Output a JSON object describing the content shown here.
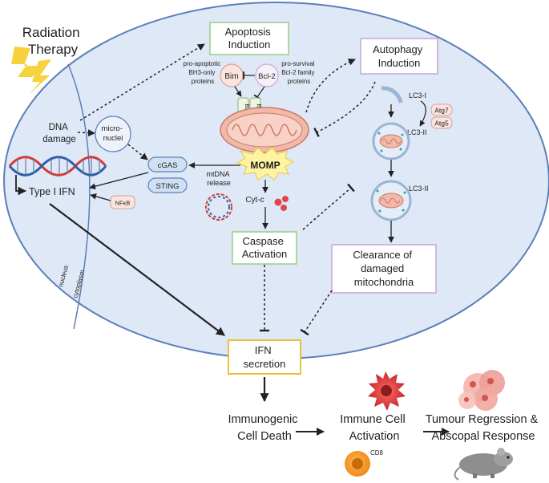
{
  "title_lines": [
    "Radiation",
    "Therapy"
  ],
  "dna_damage_lines": [
    "DNA",
    "damage"
  ],
  "micronuclei_lines": [
    "micro-",
    "nuclei"
  ],
  "cgas": "cGAS",
  "sting": "STING",
  "nfkb": "NFκB",
  "type1_ifn": "Type I IFN",
  "nucleus_label": "nucleus",
  "cytoplasm_label": "cytoplasm",
  "apoptosis_lines": [
    "Apoptosis",
    "Induction"
  ],
  "pro_apoptotic_lines": [
    "pro-apoptotic",
    "BH3-only",
    "proteins"
  ],
  "pro_survival_lines": [
    "pro-survival",
    "Bcl-2 family",
    "proteins"
  ],
  "bim": "Bim",
  "bcl2": "Bcl-2",
  "bak": "BAK",
  "bax": "BAX",
  "momp": "MOMP",
  "mtdna_lines": [
    "mtDNA",
    "release"
  ],
  "cytc": "Cyt-c",
  "caspase_lines": [
    "Caspase",
    "Activation"
  ],
  "autophagy_lines": [
    "Autophagy",
    "Induction"
  ],
  "lc3i": "LC3-I",
  "lc3ii_1": "LC3-II",
  "lc3ii_2": "LC3-II",
  "atg7": "Atg7",
  "atg5": "Atg5",
  "clearance_lines": [
    "Clearance of",
    "damaged",
    "mitochondria"
  ],
  "ifn_secretion_lines": [
    "IFN",
    "secretion"
  ],
  "icd_lines": [
    "Immunogenic",
    "Cell Death"
  ],
  "ica_lines": [
    "Immune Cell",
    "Activation"
  ],
  "tumour_lines": [
    "Tumour Regression &",
    "Abscopal Response"
  ],
  "cd8": "CD8",
  "colors": {
    "cell_fill": "#dfe8f6",
    "cell_stroke": "#5b7fb8",
    "apoptosis_border": "#9fce8f",
    "autophagy_border": "#c9a9dc",
    "ifn_border": "#e8c23a",
    "lightning": "#f6d33c",
    "mito_fill": "#f3b9a8",
    "momp_fill": "#fff3a0",
    "red_dots": "#e0474c",
    "dna_red": "#d23b3b",
    "dna_blue": "#2f5fa8"
  }
}
